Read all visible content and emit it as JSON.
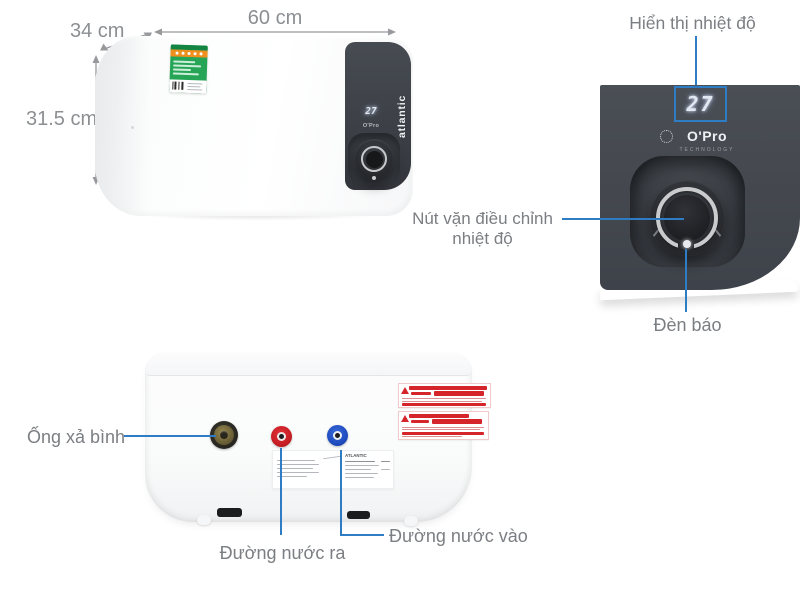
{
  "dimensions": {
    "width": "60 cm",
    "depth": "34 cm",
    "height": "31.5 cm"
  },
  "device": {
    "brand_vertical": "atlantic",
    "display_value": "27",
    "logo_text": "O'Pro",
    "logo_subtext": "TECHNOLOGY",
    "spec_brand": "ATLANTIC"
  },
  "annotations": {
    "temperature_display": "Hiển thị nhiệt độ",
    "knob_line1": "Nút vặn điều chỉnh",
    "knob_line2": "nhiệt độ",
    "indicator_light": "Đèn báo",
    "drain_pipe": "Ống xả bình",
    "water_outlet": "Đường nước ra",
    "water_inlet": "Đường nước vào"
  },
  "colors": {
    "annotation_blue": "#2e7cc3",
    "label_gray": "#7b7e82",
    "panel_dark": "#42464c",
    "outlet_red": "#cf2127",
    "inlet_blue": "#2153c6",
    "drain_brass": "#7d7244",
    "energy_green": "#27a557",
    "energy_orange": "#ef8f1d"
  }
}
